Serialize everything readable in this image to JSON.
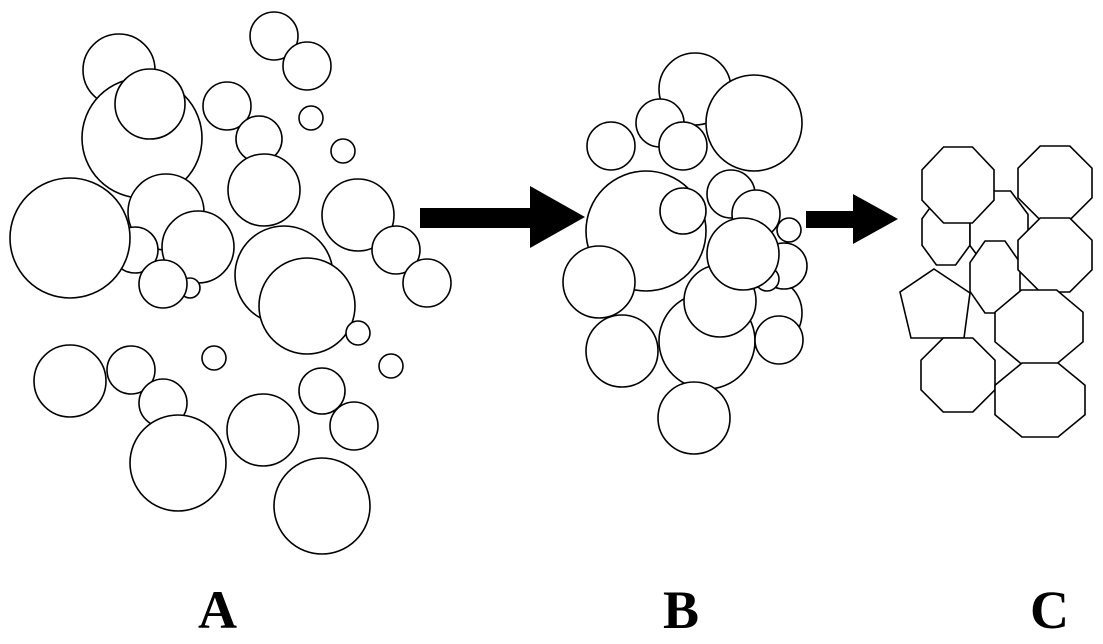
{
  "labels": {
    "panel_a": "A",
    "panel_b": "B",
    "panel_c": "C"
  },
  "colors": {
    "outline": "#000000",
    "fill": "#ffffff",
    "arrow": "#000000"
  }
}
